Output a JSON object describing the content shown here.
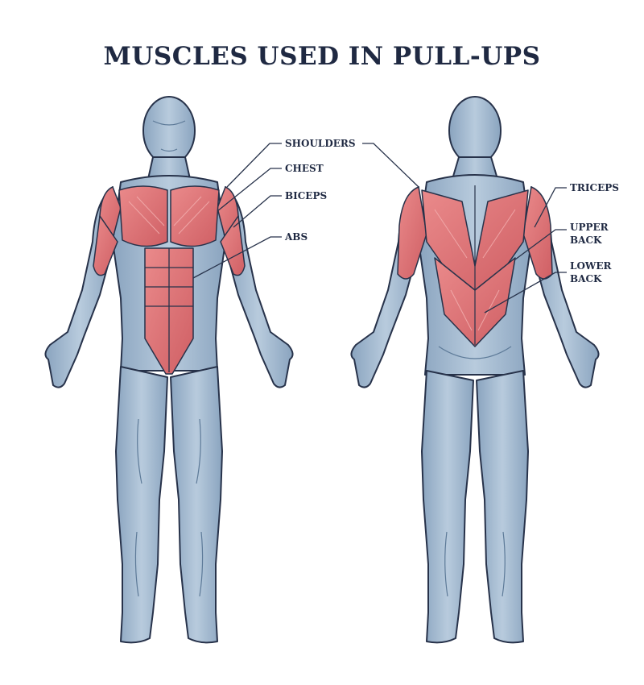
{
  "title": "MUSCLES USED IN PULL-UPS",
  "colors": {
    "skin": "#a9bfd3",
    "skin_dark": "#6e8cab",
    "outline": "#27324a",
    "muscle": "#e0787a",
    "muscle_dark": "#b94c52"
  },
  "labels": {
    "shoulders": "SHOULDERS",
    "chest": "CHEST",
    "biceps": "BICEPS",
    "abs": "ABS",
    "triceps": "TRICEPS",
    "upper_back": "UPPER BACK",
    "lower_back": "LOWER BACK"
  }
}
